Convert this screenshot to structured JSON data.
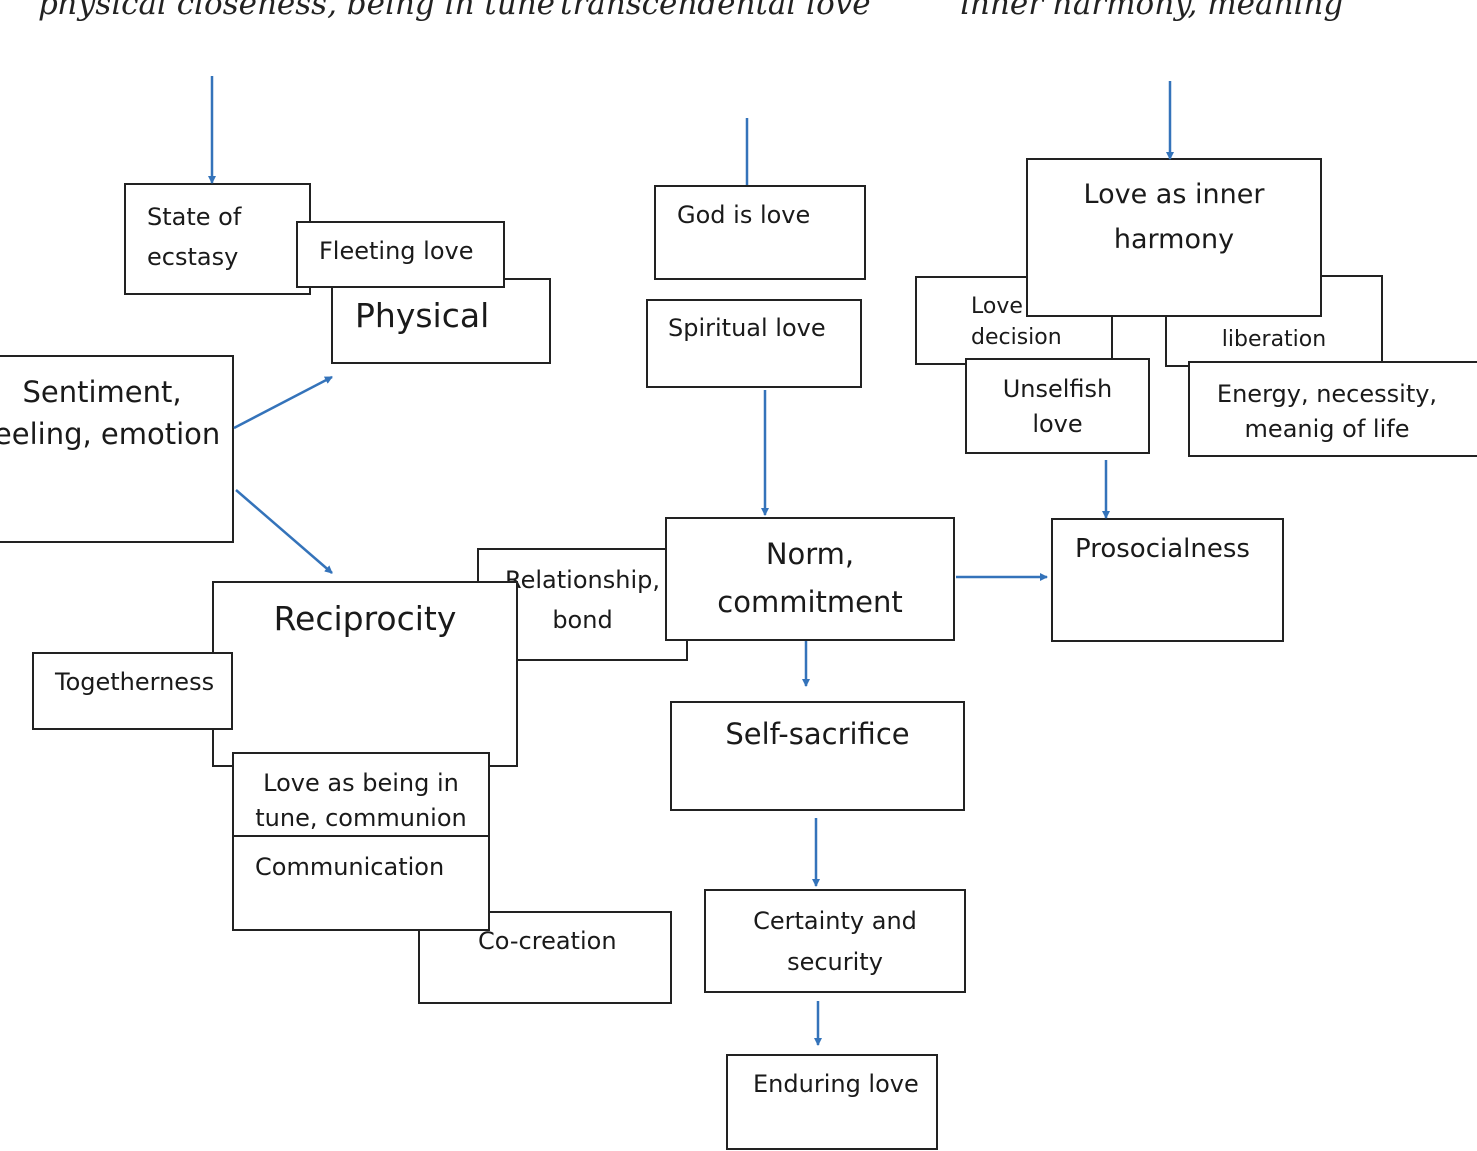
{
  "headers": {
    "physical": "physical closeness, being in tune",
    "transcendental": "transcendental love",
    "inner": "inner harmony, meaning"
  },
  "nodes": {
    "state_of_ecstasy": [
      "State of",
      "ecstasy"
    ],
    "fleeting_love": "Fleeting love",
    "physical": "Physical",
    "sentiment": [
      "Sentiment,",
      "feeling, emotion"
    ],
    "god_is_love": "God is love",
    "spiritual_love": "Spiritual love",
    "love_as_decision": [
      "Love as",
      "decision"
    ],
    "liberation": "liberation",
    "love_as_inner_harmony": [
      "Love as inner",
      "harmony"
    ],
    "unselfish_love": [
      "Unselfish",
      "love"
    ],
    "energy_necessity": [
      "Energy, necessity,",
      "meanig of life"
    ],
    "relationship_bond": [
      "Relationship,",
      "bond"
    ],
    "norm_commitment": [
      "Norm,",
      "commitment"
    ],
    "prosocialness": "Prosocialness",
    "reciprocity": "Reciprocity",
    "togetherness": "Togetherness",
    "love_being_in_tune": [
      "Love as being in",
      "tune, communion"
    ],
    "communication": "Communication",
    "co_creation": "Co-creation",
    "self_sacrifice": "Self-sacrifice",
    "certainty_security": [
      "Certainty and",
      "security"
    ],
    "enduring_love": "Enduring love"
  },
  "colors": {
    "arrow": "#3473BA",
    "border": "#222222"
  }
}
